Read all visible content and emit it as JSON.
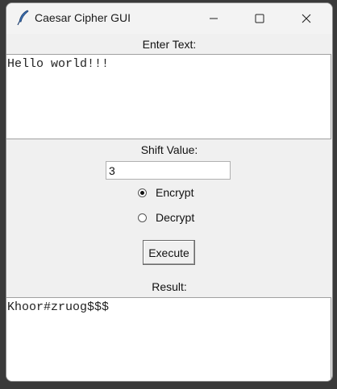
{
  "window": {
    "title": "Caesar Cipher GUI"
  },
  "input_section": {
    "label": "Enter Text:",
    "value": "Hello world!!!"
  },
  "shift_section": {
    "label": "Shift Value:",
    "value": "3"
  },
  "mode": {
    "options": [
      {
        "label": "Encrypt",
        "selected": true
      },
      {
        "label": "Decrypt",
        "selected": false
      }
    ]
  },
  "execute_button": {
    "label": "Execute"
  },
  "result_section": {
    "label": "Result:",
    "value": "Khoor#zruog$$$"
  },
  "icons": {
    "app": "feather-icon",
    "minimize": "minimize-icon",
    "maximize": "maximize-icon",
    "close": "close-icon"
  }
}
